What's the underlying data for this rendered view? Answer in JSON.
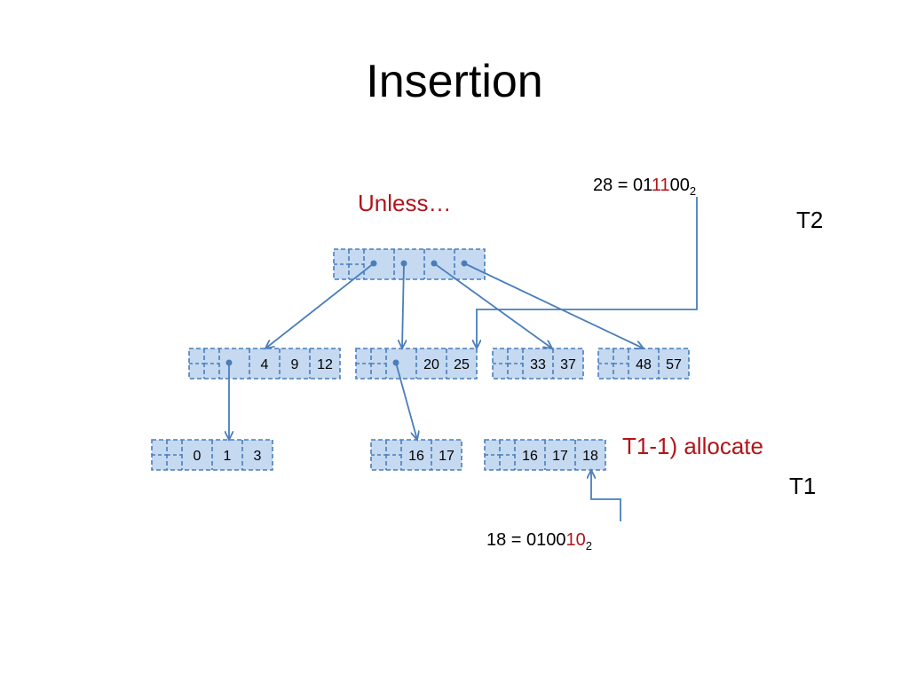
{
  "title": "Insertion",
  "notes": {
    "unless": "Unless…",
    "t2": "T2",
    "t1": "T1",
    "allocate": "T1-1) allocate"
  },
  "binary_top": {
    "prefix": "28 = 01",
    "highlight": "11",
    "suffix": "00",
    "base": "2"
  },
  "binary_bottom": {
    "prefix": "18 = 0100",
    "highlight": "10",
    "suffix": "",
    "base": "2"
  },
  "colors": {
    "node_fill": "#c5d9f1",
    "node_border": "#4a7ebb",
    "arrow": "#4a7ebb",
    "highlight": "#b0151a"
  },
  "nodes": {
    "root": [],
    "level1_a": [
      "4",
      "9",
      "12"
    ],
    "level1_b": [
      "20",
      "25"
    ],
    "level1_c": [
      "33",
      "37"
    ],
    "level1_d": [
      "48",
      "57"
    ],
    "leaf_a": [
      "0",
      "1",
      "3"
    ],
    "leaf_b": [
      "16",
      "17"
    ],
    "leaf_c": [
      "16",
      "17",
      "18"
    ]
  }
}
